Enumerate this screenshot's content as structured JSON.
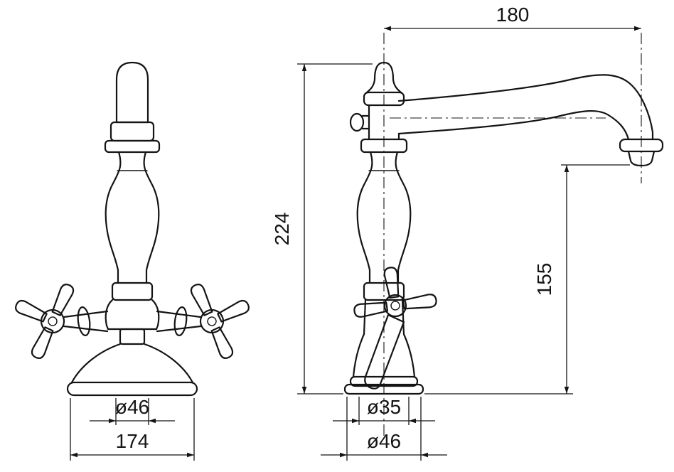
{
  "page": {
    "background": "#ffffff",
    "line_color": "#141414"
  },
  "front_view": {
    "dims": {
      "base_diameter": "ø46",
      "overall_width": "174"
    }
  },
  "side_view": {
    "dims": {
      "spout_reach": "180",
      "overall_height": "224",
      "outlet_height": "155",
      "neck_diameter": "ø35",
      "base_diameter": "ø46"
    }
  }
}
